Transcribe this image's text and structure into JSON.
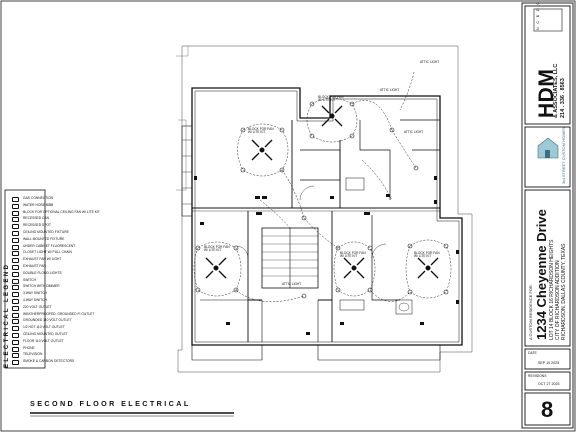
{
  "sheet_title": "SECOND FLOOR ELECTRICAL",
  "legend": {
    "heading": "ELECTRICAL LEGEND",
    "items": [
      "GAS CONNECTION",
      "WATER HOSE BIBB",
      "BLOCK FOR OPTIONAL CEILING FAN W/ LITE KIT",
      "RECESSED CAN",
      "RECESSED SPOT",
      "CEILING MOUNTED FIXTURE",
      "WALL MOUNTED FIXTURE",
      "UNDER CABINET FLUORESCENT",
      "CLOSET LIGHT W/ PULL CHAIN",
      "EXHAUST FAN W/ LIGHT",
      "EXHAUST FAN",
      "DOUBLE FLOOD LIGHTS",
      "SWITCH",
      "SWITCH WITH DIMMER",
      "3-WAY SWITCH",
      "4-WAY SWITCH",
      "220 VOLT OUTLET",
      "WEATHERPROOFED, GROUNDED FI OUTLET",
      "GROUNDED 110 VOLT OUTLET",
      "1/2 HOT 110 VOLT OUTLET",
      "CEILING MOUNTED OUTLET",
      "FLOOR 110 VOLT OUTLET",
      "PHONE",
      "TELEVISION",
      "SMOKE & CARBON DETECTORS"
    ]
  },
  "plan_labels": {
    "attic_light_top": "ATTIC LIGHT",
    "attic_light_upper_mid": "ATTIC LIGHT",
    "attic_light_right": "ATTIC LIGHT",
    "attic_light_mid": "ATTIC LIGHT",
    "block_fan_1": "BLOCK FOR FAN W/ LITE KIT",
    "block_fan_2": "BLOCK FOR FAN W/ LITE KIT",
    "block_fan_3": "BLOCK FOR FAN W/ LITE KIT",
    "block_fan_4": "BLOCK FOR FAN W/ LITE KIT",
    "block_fan_5": "BLOCK FOR FAN W/ LITE KIT"
  },
  "title_block": {
    "logo_small": "N C B D C",
    "firm_name": "HDM",
    "firm_sub": "& ASSOCIATES, LLC",
    "firm_phone": "214 . 336 . 8563",
    "builder": "3rd STREET CUSTOM HOMES",
    "project_intro": "A CUSTOM RESIDENCE FOR",
    "project_address": "1234 Cheyenne Drive",
    "lot_line": "LOT 14 BLOCK 16 RICHARDSON HEIGHTS",
    "addition_line": "CITY OF RICHARDSON ADDITION",
    "city_line": "RICHARDSON, DALLAS COUNTY, TEXAS",
    "date_label": "DATE",
    "date_value": "SEP 10 2025",
    "revisions_label": "REVISIONS",
    "revision_value": "OCT 27 2025",
    "sheet_number": "8"
  }
}
